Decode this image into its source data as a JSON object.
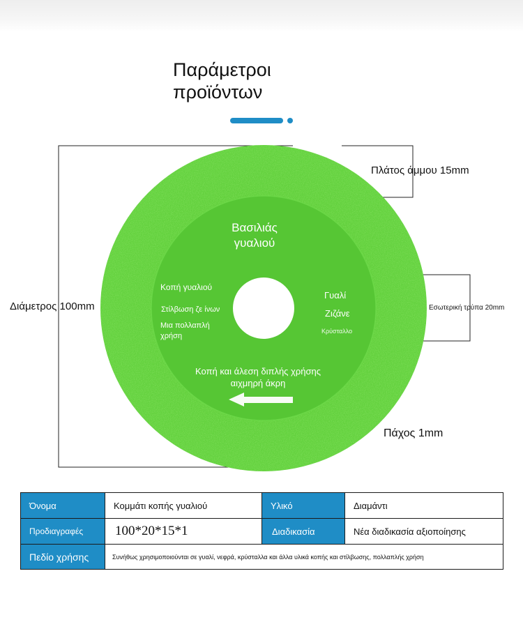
{
  "title": {
    "line1": "Παράμετροι",
    "line2": "προϊόντων"
  },
  "colors": {
    "accent": "#1f8dc6",
    "disc_green": "#5fcf3a",
    "disc_inner": "#56c734"
  },
  "annotations": {
    "grit_width": "Πλάτος άμμου 15mm",
    "diameter": "Διάμετρος 100mm",
    "inner_hole": "Εσωτερική τρύπα 20mm",
    "thickness": "Πάχος 1mm"
  },
  "disc": {
    "brand_line1": "Βασιλιάς",
    "brand_line2": "γυαλιού",
    "left_line1": "Κοπή γυαλιού",
    "left_line2": "Στίλβωση ζε ίνων",
    "left_line3": "Μια πολλαπλή χρήση",
    "right_line1": "Γυαλί",
    "right_line2": "Ζιζάνε",
    "right_line3": "Κρύσταλλο",
    "bottom_text": "Κοπή και άλεση διπλής χρήσης αιχμηρή άκρη",
    "arrow_icon": "arrow-left-icon"
  },
  "specs": {
    "name_label": "Όνομα",
    "name_value": "Κομμάτι κοπής γυαλιού",
    "material_label": "Υλικό",
    "material_value": "Διαμάντι",
    "spec_label": "Προδιαγραφές",
    "spec_value": "100*20*15*1",
    "process_label": "Διαδικασία",
    "process_value": "Νέα διαδικασία αξιοποίησης",
    "usage_label": "Πεδίο χρήσης",
    "usage_value": "Συνήθως χρησιμοποιούνται σε γυαλί, νεφρά, κρύσταλλα και άλλα υλικά κοπής και στίλβωσης, πολλαπλής χρήση"
  }
}
